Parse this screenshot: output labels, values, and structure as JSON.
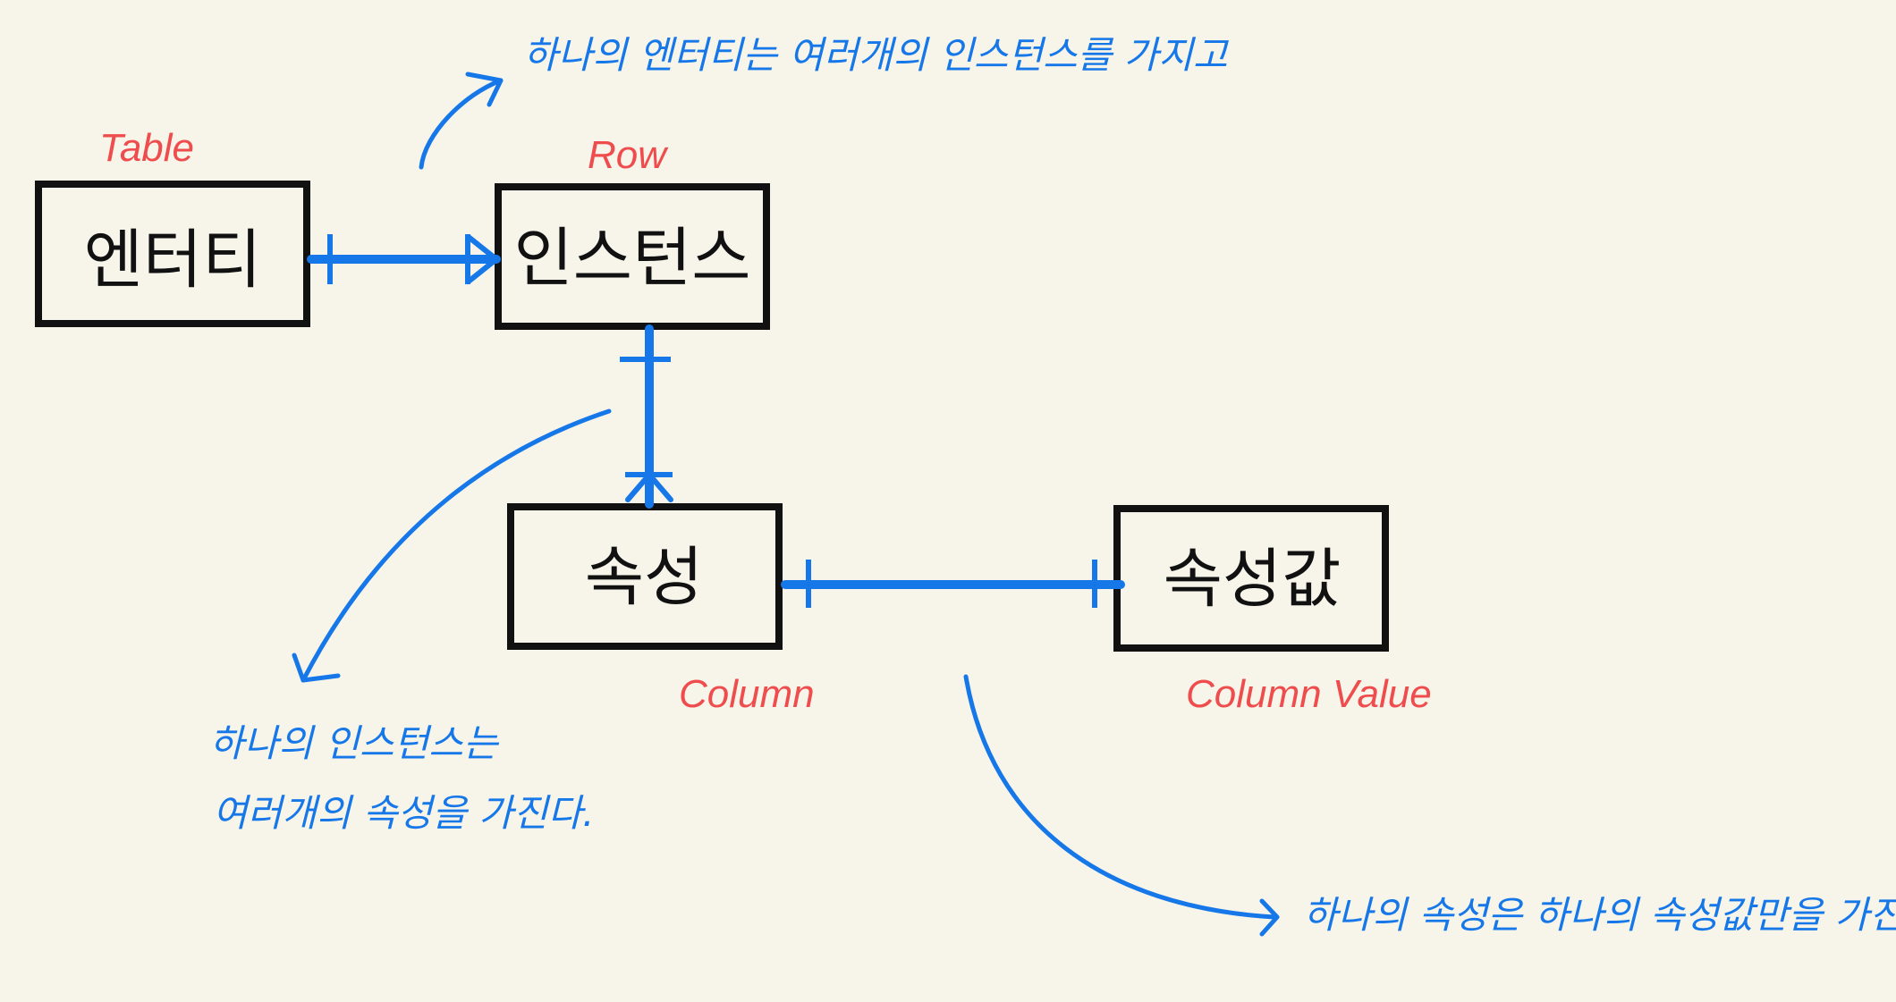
{
  "colors": {
    "background": "#f7f5ea",
    "box_stroke": "#111111",
    "connector": "#1677e8",
    "label_red": "#ef4d4d",
    "note_blue": "#1677e8"
  },
  "entities": {
    "entity": {
      "text": "엔터티",
      "label": "Table"
    },
    "instance": {
      "text": "인스턴스",
      "label": "Row"
    },
    "attribute": {
      "text": "속성",
      "label": "Column"
    },
    "attribute_value": {
      "text": "속성값",
      "label": "Column Value"
    }
  },
  "notes": {
    "entity_instance": "하나의 엔터티는 여러개의 인스턴스를 가지고",
    "instance_attribute_line1": "하나의 인스턴스는",
    "instance_attribute_line2": "여러개의 속성을 가진다.",
    "attribute_value": "하나의 속성은 하나의 속성값만을 가진다."
  },
  "relationships": [
    {
      "from": "entity",
      "to": "instance",
      "from_end": "one",
      "to_end": "one-or-many"
    },
    {
      "from": "instance",
      "to": "attribute",
      "from_end": "one",
      "to_end": "one-or-many"
    },
    {
      "from": "attribute",
      "to": "attribute_value",
      "from_end": "one",
      "to_end": "one"
    }
  ],
  "icons": {
    "connector_end_one": "bar-icon",
    "connector_end_many": "crow-foot-icon",
    "annotation_arrow": "curved-arrow-icon"
  }
}
